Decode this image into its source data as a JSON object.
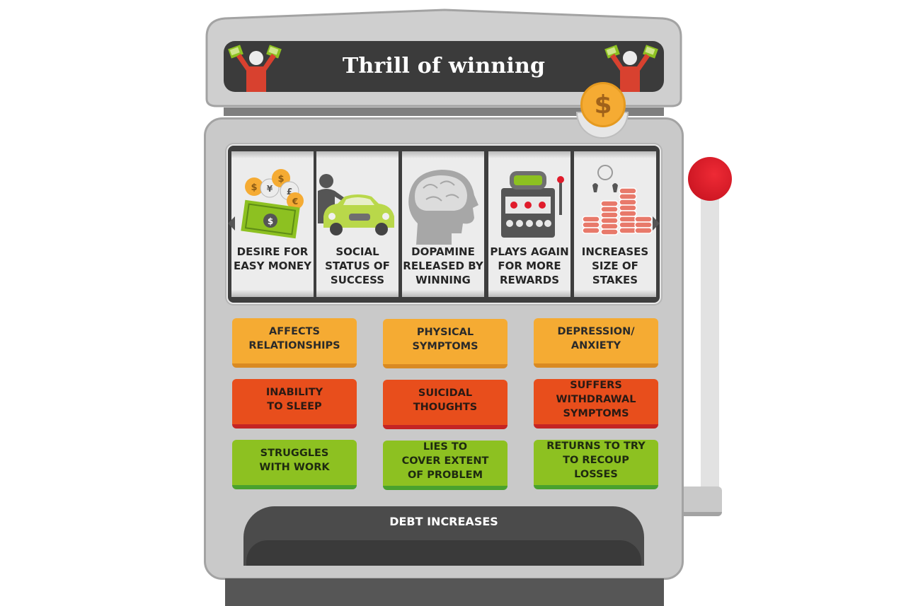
{
  "header": {
    "title": "Thrill of winning"
  },
  "reels": [
    {
      "icon": "money-pile-icon",
      "label": "DESIRE FOR EASY MONEY",
      "lines": [
        "DESIRE FOR",
        "EASY MONEY"
      ]
    },
    {
      "icon": "person-car-icon",
      "label": "SOCIAL STATUS OF SUCCESS",
      "lines": [
        "SOCIAL",
        "STATUS OF",
        "SUCCESS"
      ]
    },
    {
      "icon": "brain-head-icon",
      "label": "DOPAMINE RELEASED BY WINNING",
      "lines": [
        "DOPAMINE",
        "RELEASED BY",
        "WINNING"
      ]
    },
    {
      "icon": "slot-machine-icon",
      "label": "PLAYS AGAIN FOR MORE REWARDS",
      "lines": [
        "PLAYS AGAIN",
        "FOR MORE",
        "REWARDS"
      ]
    },
    {
      "icon": "coin-stacks-icon",
      "label": "INCREASES SIZE OF STAKES",
      "lines": [
        "INCREASES",
        "SIZE OF",
        "STAKES"
      ]
    }
  ],
  "symptoms": {
    "row1": [
      {
        "label": "AFFECTS RELATIONSHIPS",
        "lines": [
          "AFFECTS",
          "RELATIONSHIPS"
        ]
      },
      {
        "label": "PHYSICAL SYMPTOMS",
        "lines": [
          "PHYSICAL",
          "SYMPTOMS"
        ]
      },
      {
        "label": "DEPRESSION/ ANXIETY",
        "lines": [
          "DEPRESSION/",
          "ANXIETY"
        ]
      }
    ],
    "row2": [
      {
        "label": "INABILITY TO SLEEP",
        "lines": [
          "INABILITY",
          "TO SLEEP"
        ]
      },
      {
        "label": "SUICIDAL THOUGHTS",
        "lines": [
          "SUICIDAL",
          "THOUGHTS"
        ]
      },
      {
        "label": "SUFFERS WITHDRAWAL SYMPTOMS",
        "lines": [
          "SUFFERS",
          "WITHDRAWAL",
          "SYMPTOMS"
        ]
      }
    ],
    "row3": [
      {
        "label": "STRUGGLES WITH WORK",
        "lines": [
          "STRUGGLES",
          "WITH WORK"
        ]
      },
      {
        "label": "LIES TO COVER EXTENT OF PROBLEM",
        "lines": [
          "LIES TO",
          "COVER EXTENT",
          "OF PROBLEM"
        ]
      },
      {
        "label": "RETURNS TO TRY TO RECOUP LOSSES",
        "lines": [
          "RETURNS TO TRY",
          "TO RECOUP",
          "LOSSES"
        ]
      }
    ]
  },
  "tray": {
    "label": "DEBT INCREASES"
  },
  "coin": {
    "symbol": "$"
  },
  "colors": {
    "orange": "#f5ab33",
    "red": "#e84e1c",
    "green": "#8dc121",
    "machine": "#c9c9c9",
    "dark_panel": "#3b3b3b",
    "lever_knob": "#e01b2b"
  }
}
